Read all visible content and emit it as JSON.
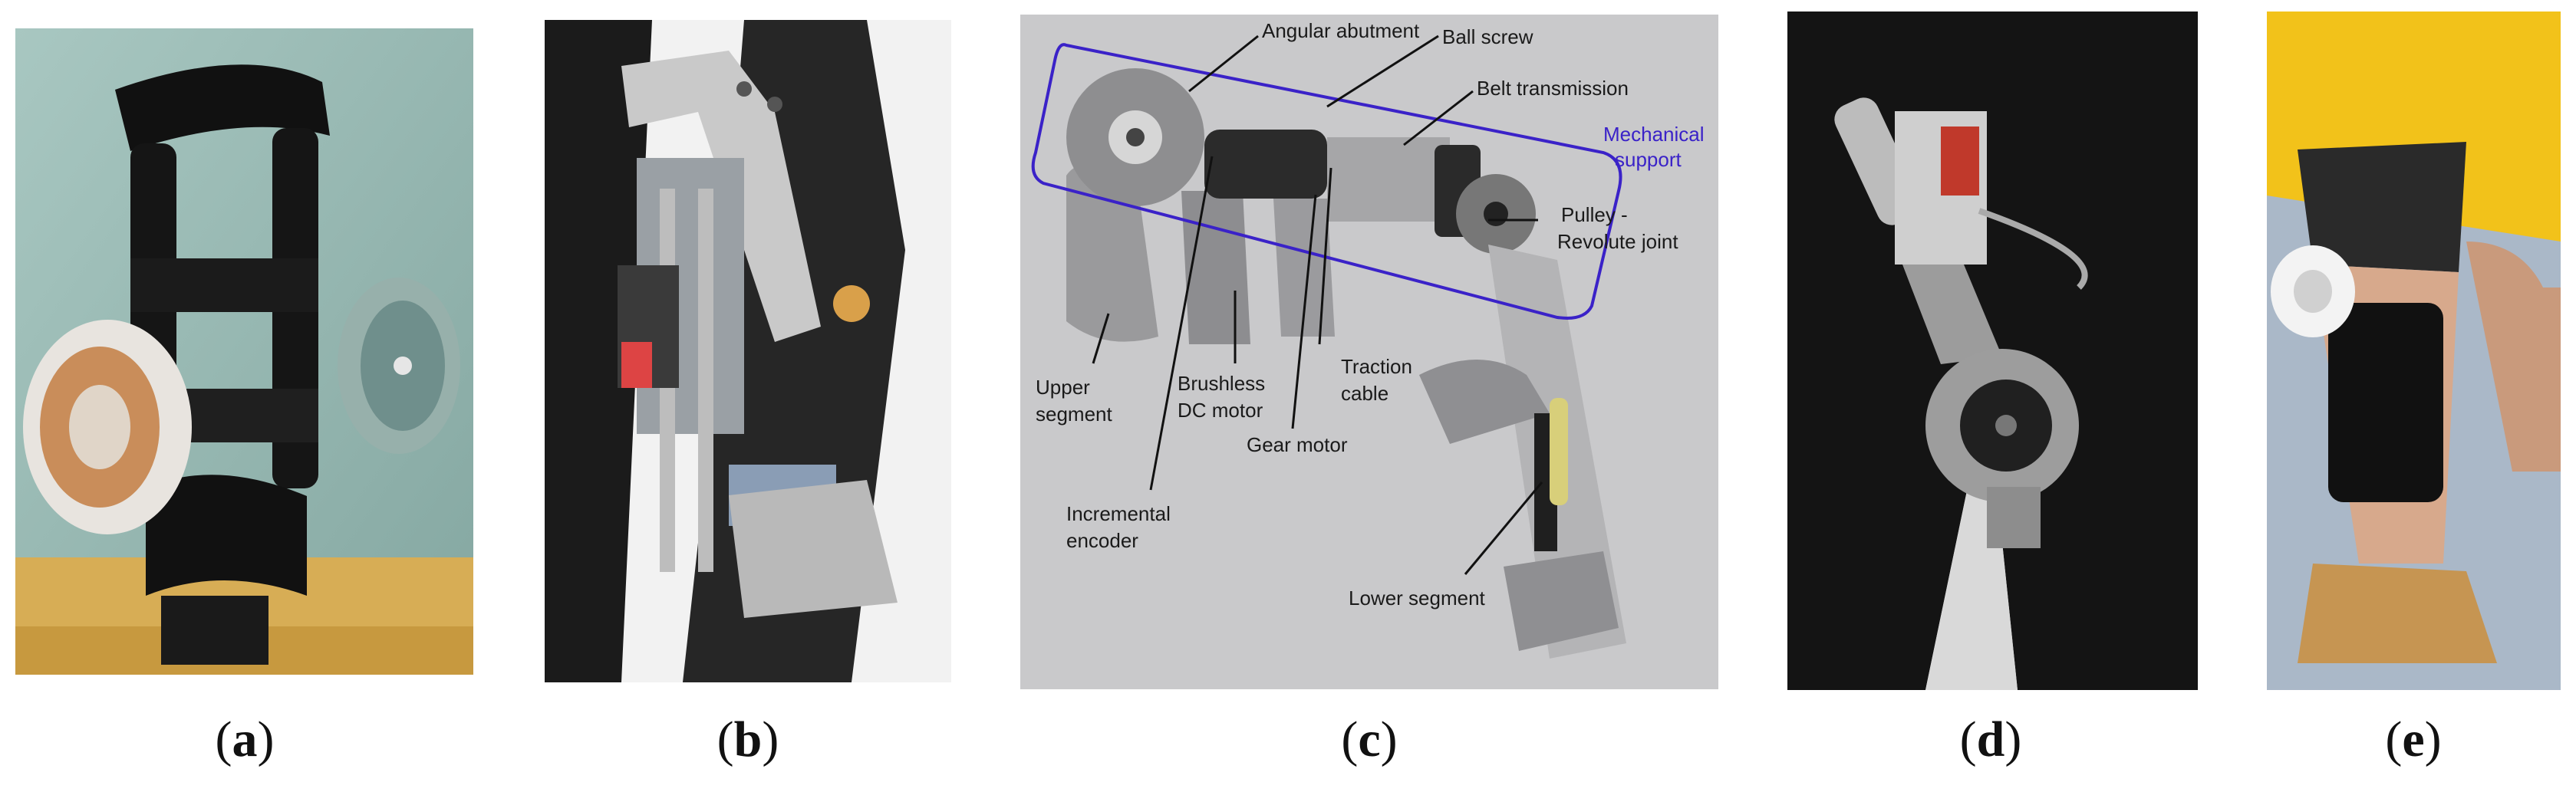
{
  "figure": {
    "panels": [
      {
        "id": "a",
        "caption": "a"
      },
      {
        "id": "b",
        "caption": "b"
      },
      {
        "id": "c",
        "caption": "c"
      },
      {
        "id": "d",
        "caption": "d"
      },
      {
        "id": "e",
        "caption": "e"
      }
    ],
    "panel_c_labels": {
      "angular_abutment": "Angular abutment",
      "ball_screw": "Ball screw",
      "belt_transmission": "Belt transmission",
      "mechanical_support_1": "Mechanical",
      "mechanical_support_2": "support",
      "pulley_1": "Pulley -",
      "pulley_2": "Revolute joint",
      "upper_segment_1": "Upper",
      "upper_segment_2": "segment",
      "brushless_1": "Brushless",
      "brushless_2": "DC motor",
      "traction_1": "Traction",
      "traction_2": "cable",
      "gear_motor": "Gear motor",
      "encoder_1": "Incremental",
      "encoder_2": "encoder",
      "lower_segment": "Lower segment"
    },
    "colors": {
      "highlight_box": "#3a22c8",
      "callout_text": "#1a1a1a"
    }
  }
}
